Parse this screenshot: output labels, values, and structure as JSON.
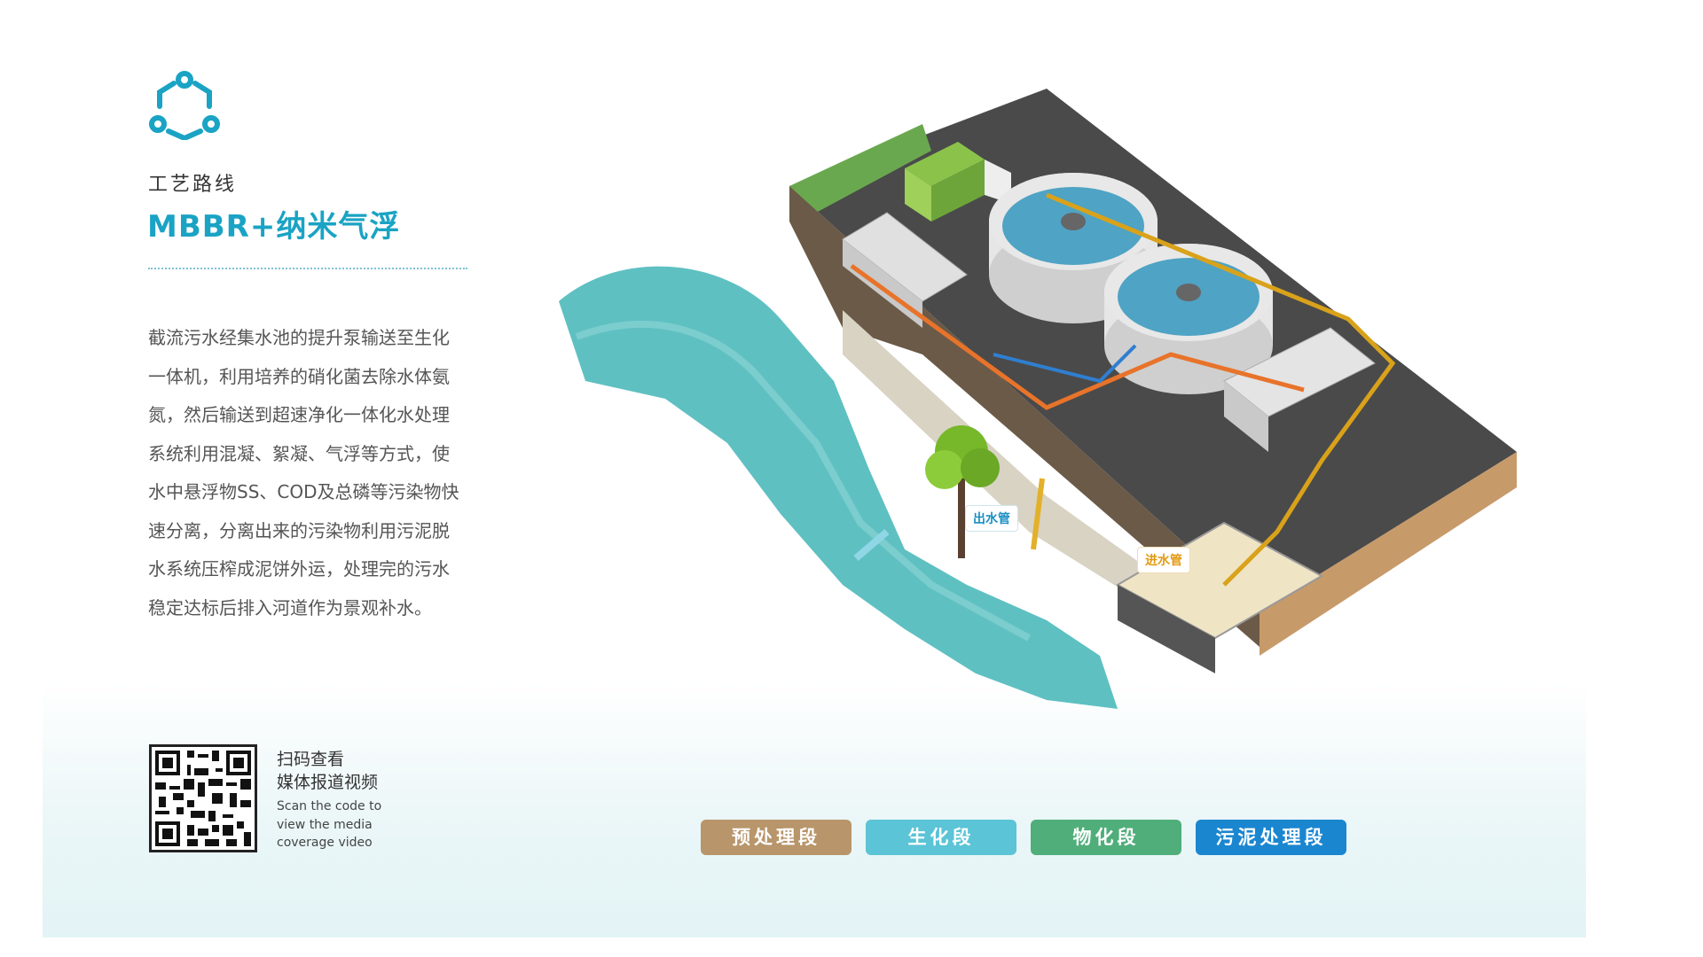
{
  "header": {
    "subtitle": "工艺路线",
    "title": "MBBR+纳米气浮"
  },
  "description": [
    "截流污水经集水池的提升泵输送至生化",
    "一体机，利用培养的硝化菌去除水体氨",
    "氮，然后输送到超速净化一体化水处理",
    "系统利用混凝、絮凝、气浮等方式，使",
    "水中悬浮物SS、COD及总磷等污染物快",
    "速分离，分离出来的污染物利用污泥脱",
    "水系统压榨成泥饼外运，处理完的污水",
    "稳定达标后排入河道作为景观补水。"
  ],
  "qr": {
    "cn_line1": "扫码查看",
    "cn_line2": "媒体报道视频",
    "en_line1": "Scan the code to",
    "en_line2": "view the media",
    "en_line3": "coverage video"
  },
  "illustration": {
    "outlet_label": "出水管",
    "inlet_label": "进水管"
  },
  "stages": [
    {
      "label": "预处理段",
      "color": "#b8956b"
    },
    {
      "label": "生化段",
      "color": "#5bc4d6"
    },
    {
      "label": "物化段",
      "color": "#4fae7a"
    },
    {
      "label": "污泥处理段",
      "color": "#1a86d0"
    }
  ],
  "colors": {
    "accent": "#1aa3c4"
  }
}
